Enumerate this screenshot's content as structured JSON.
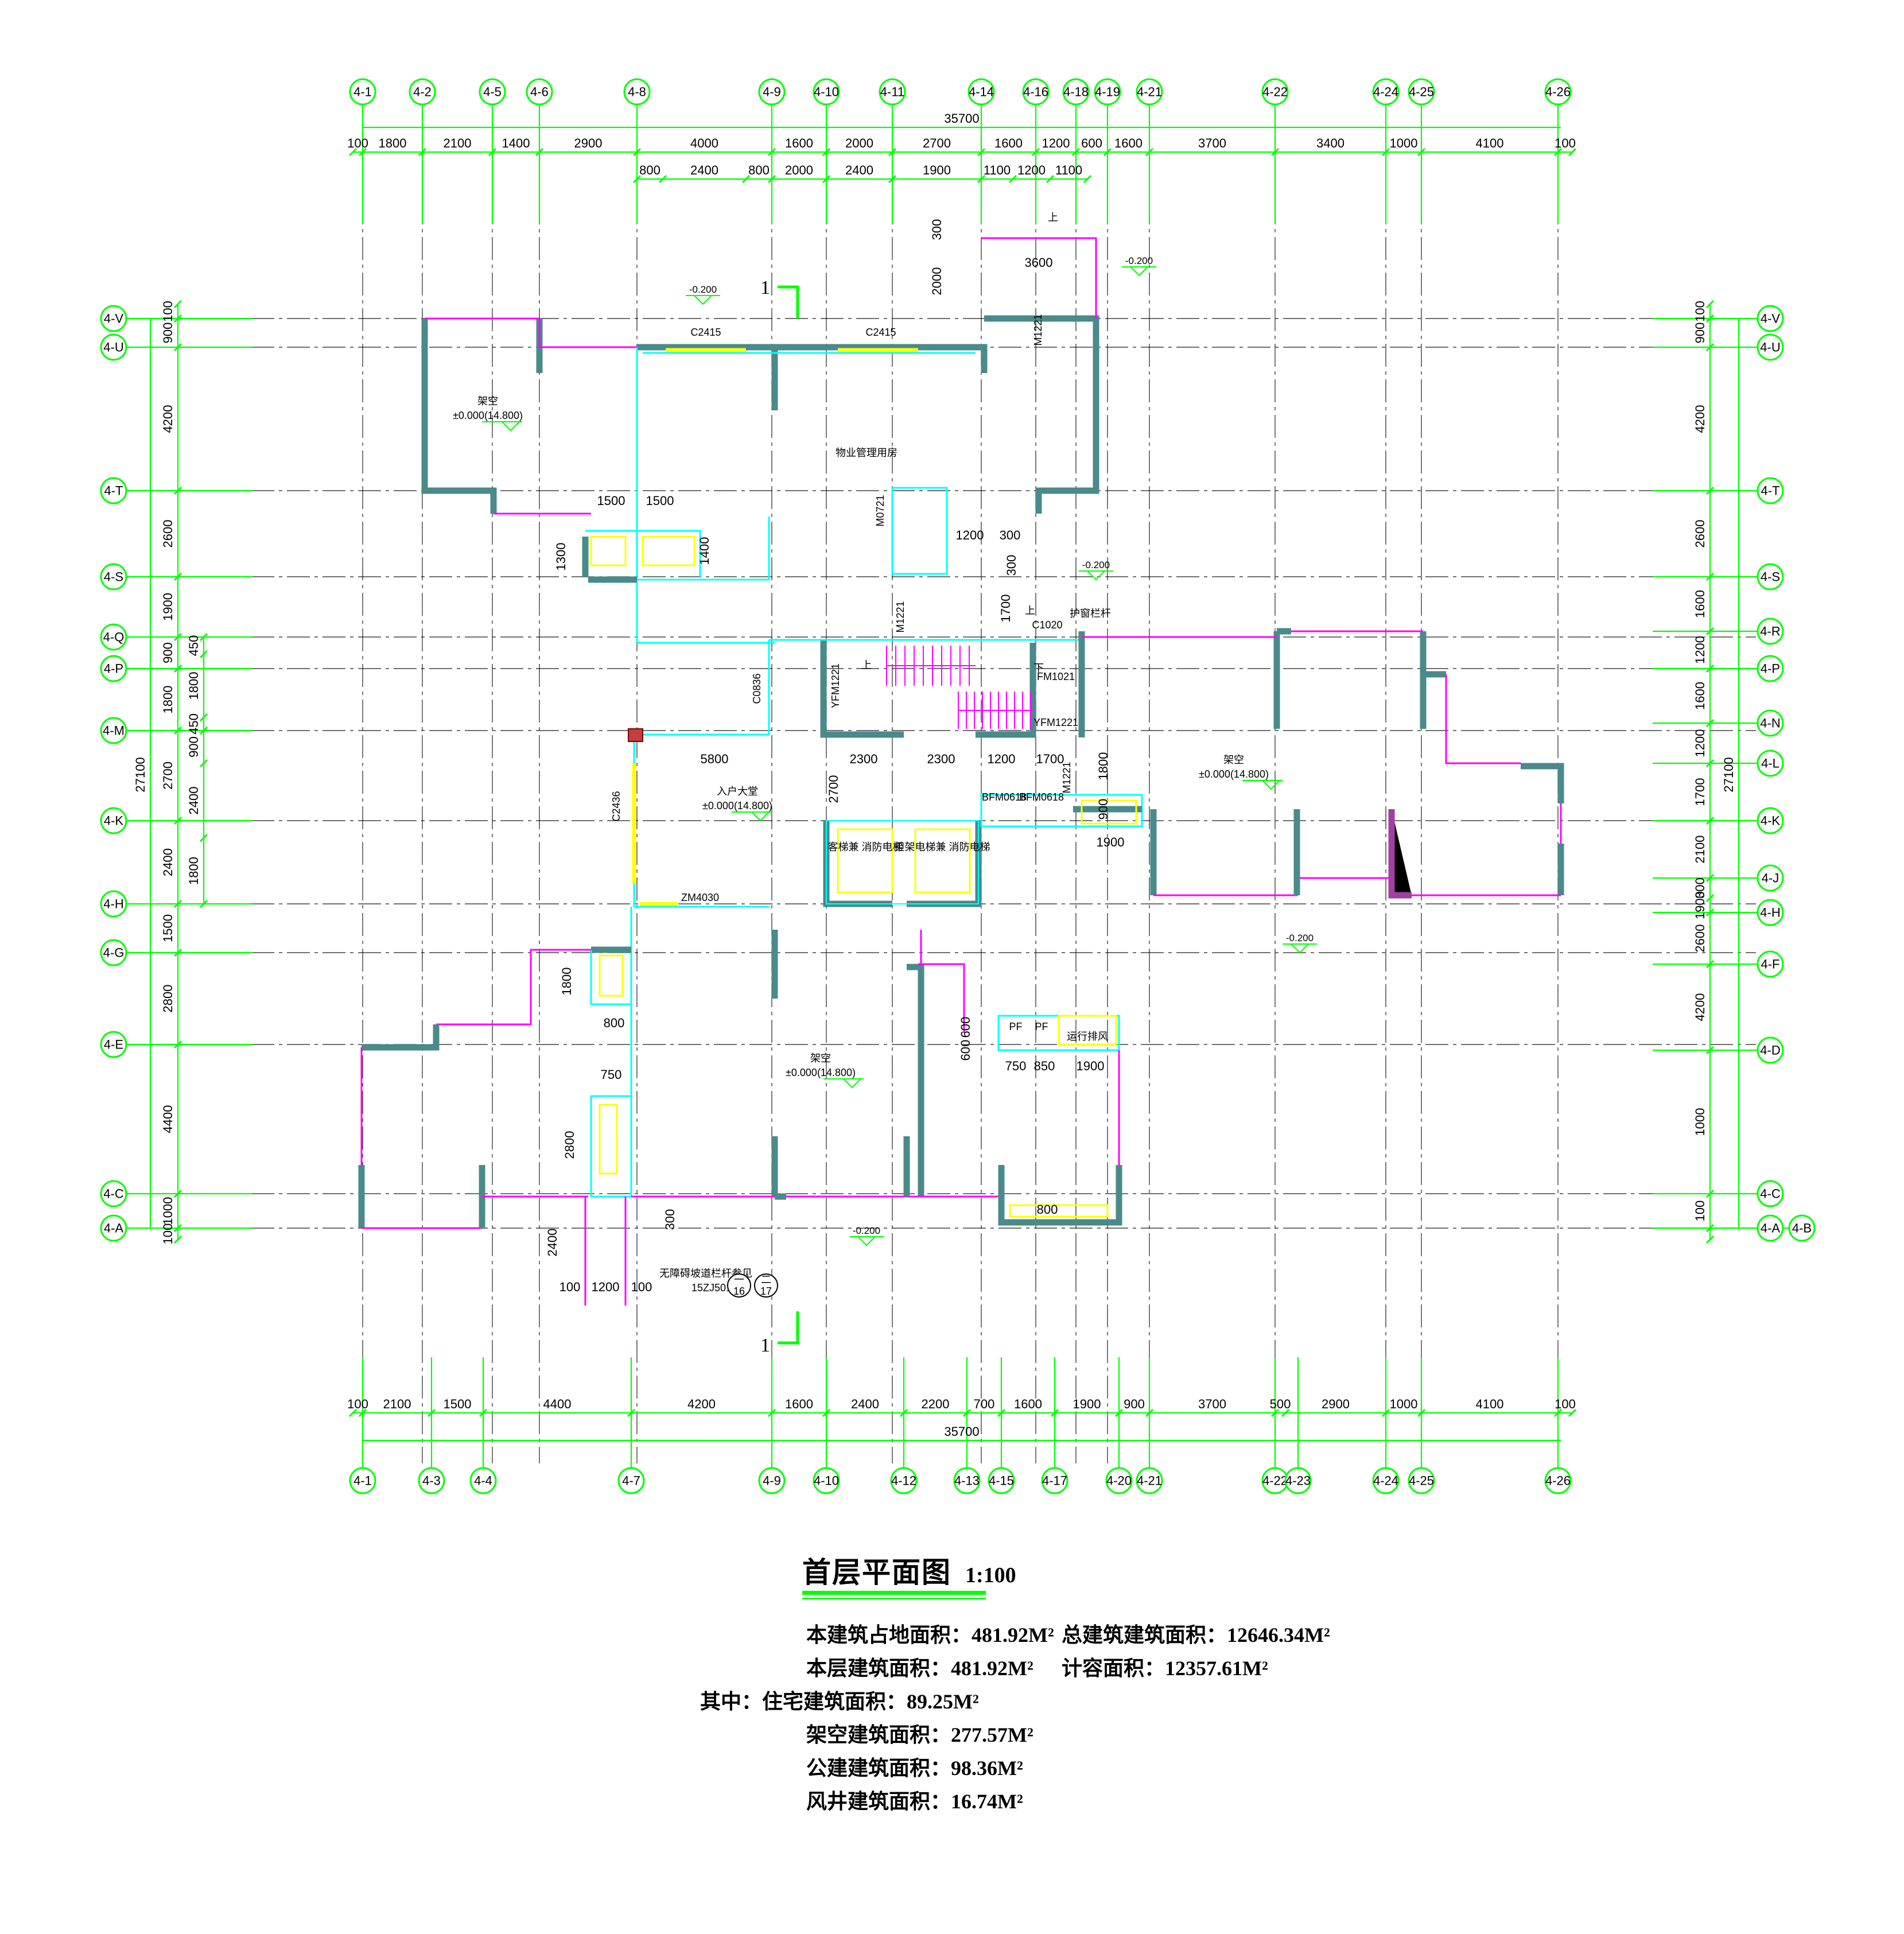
{
  "grid_top": [
    "4-1",
    "4-2",
    "4-5",
    "4-6",
    "4-8",
    "4-9",
    "4-10",
    "4-11",
    "4-14",
    "4-16",
    "4-18",
    "4-19",
    "4-21",
    "4-22",
    "4-24",
    "4-25",
    "4-26"
  ],
  "grid_bottom": [
    "4-1",
    "4-3",
    "4-4",
    "4-7",
    "4-9",
    "4-10",
    "4-12",
    "4-13",
    "4-15",
    "4-17",
    "4-20",
    "4-21",
    "4-22",
    "4-23",
    "4-24",
    "4-25",
    "4-26"
  ],
  "grid_left": [
    "4-V",
    "4-U",
    "4-T",
    "4-S",
    "4-Q",
    "4-P",
    "4-M",
    "4-K",
    "4-H",
    "4-G",
    "4-E",
    "4-C",
    "4-A"
  ],
  "grid_right": [
    "4-V",
    "4-U",
    "4-T",
    "4-S",
    "4-R",
    "4-P",
    "4-N",
    "4-L",
    "4-K",
    "4-J",
    "4-H",
    "4-F",
    "4-D",
    "4-C",
    "4-A",
    "4-B"
  ],
  "dims_top_total": "35700",
  "dims_top_row1": [
    "100",
    "1800",
    "2100",
    "1400",
    "2900",
    "4000",
    "1600",
    "2000",
    "2700",
    "1600",
    "1200",
    "600",
    "1600",
    "3700",
    "3400",
    "1000",
    "4100",
    "100"
  ],
  "dims_top_row2": [
    "800",
    "2400",
    "800",
    "2000",
    "2400",
    "1900",
    "1100",
    "1200",
    "1100"
  ],
  "dims_bottom_row": [
    "100",
    "2100",
    "1500",
    "4400",
    "4200",
    "1600",
    "2400",
    "2200",
    "700",
    "1600",
    "1900",
    "900",
    "3700",
    "500",
    "2900",
    "1000",
    "4100",
    "100"
  ],
  "dims_bottom_total": "35700",
  "dims_left_row1": [
    "100",
    "900",
    "4200",
    "2600",
    "1900",
    "900",
    "1800",
    "2700",
    "2400",
    "1500",
    "2800",
    "4400",
    "1000",
    "100"
  ],
  "dims_left_row2": [
    "450",
    "1800",
    "450",
    "900",
    "2400",
    "1800"
  ],
  "dims_left_total": "27100",
  "dims_right_row1": [
    "100",
    "900",
    "4200",
    "2600",
    "1600",
    "1200",
    "1600",
    "1200",
    "1700",
    "2100",
    "300",
    "1900",
    "2600",
    "4200",
    "1000",
    "100"
  ],
  "dims_right_total": "27100",
  "interior_dims": [
    "3600",
    "300",
    "2000",
    "1500",
    "1500",
    "1300",
    "1400",
    "1200",
    "300",
    "300",
    "1700",
    "5800",
    "2300",
    "2300",
    "2700",
    "1200",
    "1700",
    "1800",
    "900",
    "1900",
    "1800",
    "800",
    "750",
    "2800",
    "750",
    "850",
    "1900",
    "600",
    "600",
    "800",
    "2400",
    "300",
    "100",
    "1200",
    "100"
  ],
  "elevations": [
    "-0.200",
    "-0.200",
    "-0.200",
    "-0.200",
    "-0.200"
  ],
  "room_labels": {
    "overhead_nw": "架空",
    "overhead_nw_elev": "±0.000(14.800)",
    "property_room": "物业管理用房",
    "entrance_hall": "入户大堂",
    "entrance_elev": "±0.000(14.800)",
    "overhead_east": "架空",
    "overhead_east_elev": "±0.000(14.800)",
    "overhead_south": "架空",
    "overhead_south_elev": "±0.000(14.800)",
    "guest_elevator": "客梯兼\n消防电梯",
    "fire_elevator": "担架电梯兼\n消防电梯",
    "fan_room": "运行排风",
    "railing": "护窗栏杆",
    "accessible_note": "无障碍坡道栏杆参见",
    "accessible_ref": "15ZJ501",
    "ref1_top": "一",
    "ref1_bot": "16",
    "ref2_top": "二",
    "ref2_bot": "17",
    "pf1": "PF",
    "pf2": "PF",
    "up": "上",
    "down": "下"
  },
  "door_window_tags": [
    "C2415",
    "C2415",
    "M1221",
    "M0721",
    "M1221",
    "C1020",
    "YFM1221",
    "FM1021",
    "YFM1221",
    "C0836",
    "M1221",
    "BFM0618",
    "BFM0618",
    "C2436",
    "ZM4030"
  ],
  "section_mark": "1",
  "title": "首层平面图",
  "scale": "1:100",
  "stats_left": [
    {
      "label": "本建筑占地面积：",
      "value": "481.92M²"
    },
    {
      "label": "本层建筑面积：",
      "value": "481.92M²"
    },
    {
      "label": "其中：住宅建筑面积：",
      "value": "89.25M²"
    },
    {
      "label": "架空建筑面积：",
      "value": "277.57M²"
    },
    {
      "label": "公建建筑面积：",
      "value": "98.36M²"
    },
    {
      "label": "风井建筑面积：",
      "value": "16.74M²"
    }
  ],
  "stats_right": [
    {
      "label": "总建筑建筑面积：",
      "value": "12646.34M²"
    },
    {
      "label": "计容面积：",
      "value": "12357.61M²"
    }
  ],
  "colors": {
    "grid_bubble": "#00ff00",
    "dimension": "#00ff00",
    "wall": "#4a8a8a",
    "wall_inner": "#00ffff",
    "parapet": "#ff00ff",
    "window": "#ffff00"
  }
}
